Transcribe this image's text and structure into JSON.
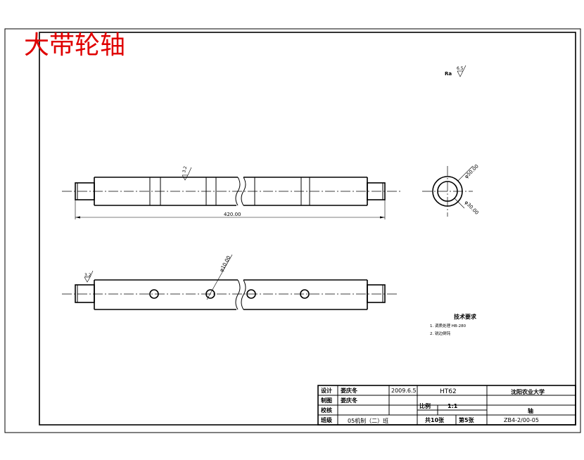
{
  "header_title": "大带轮轴",
  "surface_finish": {
    "symbol": "Ra",
    "value": "6.5"
  },
  "front_view": {
    "roughness": "3.2",
    "length_dim": "420.00"
  },
  "side_view": {
    "outer_dia": "φ50.00",
    "inner_dia": "φ30.00"
  },
  "bottom_view": {
    "roughness": "3.2",
    "hole_dia": "φ10.00"
  },
  "tech_req": {
    "title": "技术要求",
    "items": [
      "1. 调质处理 HB-280",
      "2. 锐边倒钝"
    ]
  },
  "title_block": {
    "design_label": "设计",
    "design_name": "娄庆冬",
    "date": "2009.6.5",
    "draw_label": "制图",
    "draw_name": "娄庆冬",
    "check_label": "校核",
    "class_label": "班级",
    "class_value": "05机制（二）班",
    "material": "HT62",
    "scale_label": "比例",
    "scale_value": "1:1",
    "sheets_total": "共10张",
    "sheet_no": "第5张",
    "school": "沈阳农业大学",
    "part_name": "轴",
    "drawing_no": "ZB4-2/00-05"
  },
  "colors": {
    "line": "#000000",
    "title": "#e00000",
    "background": "#ffffff"
  }
}
